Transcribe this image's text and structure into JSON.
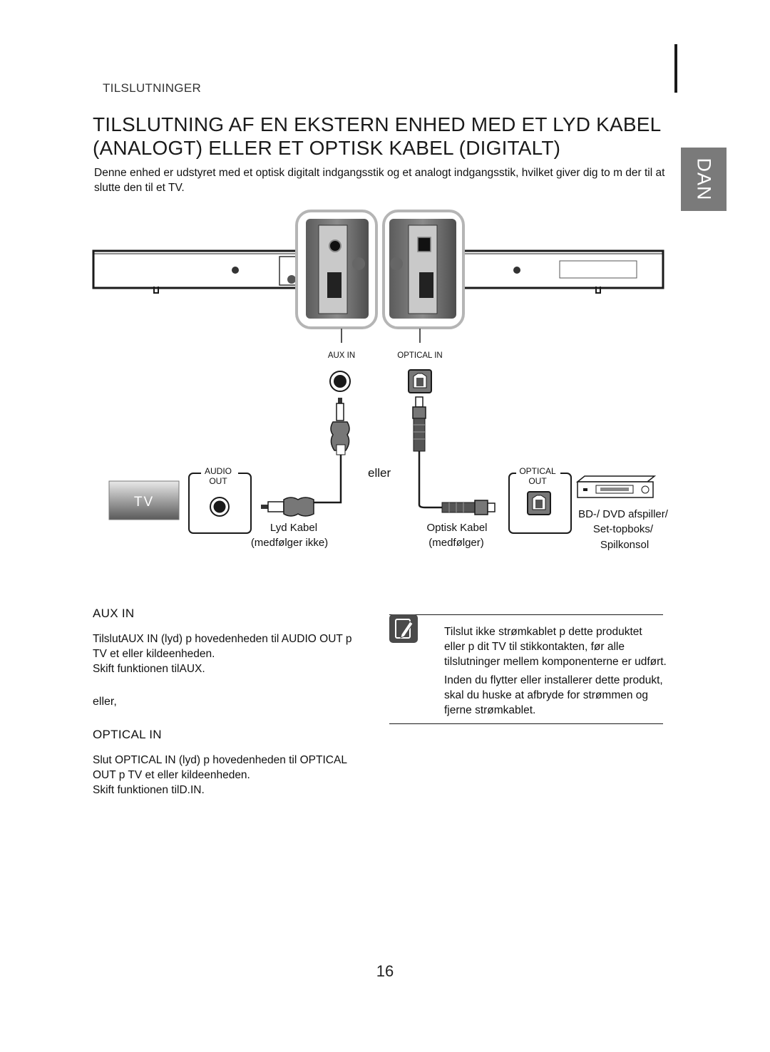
{
  "header": {
    "section_label": "TILSLUTNINGER",
    "language_tab": "DAN"
  },
  "title": {
    "line1": "TILSLUTNING AF EN EKSTERN ENHED MED ET LYD KABEL",
    "line2": "(ANALOGT) ELLER ET OPTISK KABEL (DIGITALT)"
  },
  "intro": {
    "line1": "Denne enhed er udstyret med et optisk digitalt indgangsstik og et analogt indgangsstik, hvilket giver dig to m der til at",
    "line2": "slutte den til et TV."
  },
  "diagram": {
    "port_aux": "AUX IN",
    "port_optical": "OPTICAL IN",
    "tv_label": "TV",
    "tv_audio_out_line1": "AUDIO",
    "tv_audio_out_line2": "OUT",
    "or_label": "eller",
    "cable_audio_line1": "Lyd Kabel",
    "cable_audio_line2": "(medfølger ikke)",
    "cable_optical_line1": "Optisk Kabel",
    "cable_optical_line2": "(medfølger)",
    "device_optical_out_line1": "OPTICAL",
    "device_optical_out_line2": "OUT",
    "device_line1": "BD-/ DVD afspiller/",
    "device_line2": "Set-topboks/",
    "device_line3": "Spilkonsol"
  },
  "aux_section": {
    "heading": "AUX IN",
    "line1": "TilslutAUX IN (lyd) p  hovedenheden til AUDIO OUT p",
    "line2": "TV et eller kildeenheden.",
    "line3": "Skift funktionen tilAUX."
  },
  "or_text": "eller,",
  "optical_section": {
    "heading": "OPTICAL IN",
    "line1": "Slut OPTICAL IN (lyd) p  hovedenheden til OPTICAL",
    "line2": "OUT p  TV et eller kildeenheden.",
    "line3": "Skift funktionen tilD.IN."
  },
  "note": {
    "item1_line1": "Tilslut ikke strømkablet p  dette produktet",
    "item1_line2": "eller p  dit TV til stikkontakten, før alle",
    "item1_line3": "tilslutninger mellem komponenterne er udført.",
    "item2_line1": "Inden du flytter eller installerer dette produkt,",
    "item2_line2": "skal du huske at afbryde for strømmen og",
    "item2_line3": "fjerne strømkablet."
  },
  "page_number": "16"
}
